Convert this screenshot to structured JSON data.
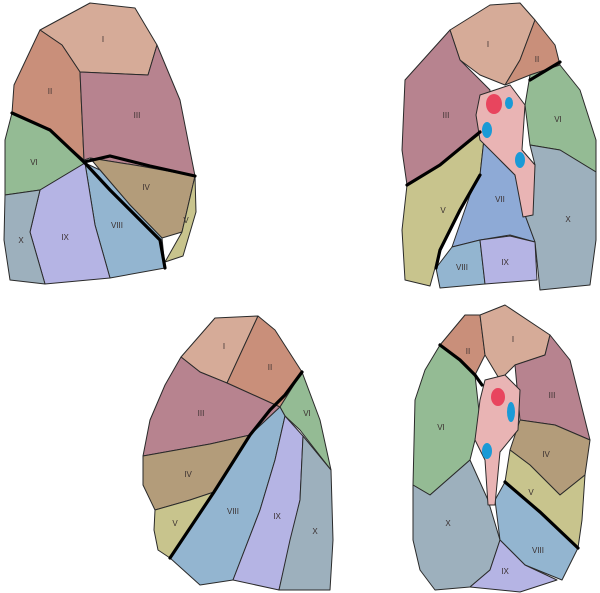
{
  "colors": {
    "I": "#d6ab98",
    "II": "#c98f7a",
    "III": "#b7838f",
    "IV": "#b39c7a",
    "V": "#c8c48d",
    "VI": "#94bb94",
    "VII": "#8eaad6",
    "VIII": "#93b5d0",
    "IX": "#b5b4e4",
    "X": "#9db0bd",
    "hilum": "#e9b4b4",
    "artery": "#e8455e",
    "vein": "#1a9ad6"
  },
  "lungs": [
    {
      "view": "top-left",
      "labels": [
        "I",
        "II",
        "III",
        "VI",
        "IV",
        "V",
        "VIII",
        "IX",
        "X"
      ]
    },
    {
      "view": "top-right",
      "labels": [
        "I",
        "II",
        "III",
        "VI",
        "V",
        "VII",
        "X",
        "VIII",
        "IX"
      ]
    },
    {
      "view": "bottom-middle",
      "labels": [
        "I",
        "II",
        "III",
        "VI",
        "IV",
        "V",
        "VIII",
        "IX",
        "X"
      ]
    },
    {
      "view": "bottom-right",
      "labels": [
        "II",
        "I",
        "III",
        "VI",
        "IV",
        "V",
        "X",
        "VIII",
        "IX"
      ]
    }
  ]
}
